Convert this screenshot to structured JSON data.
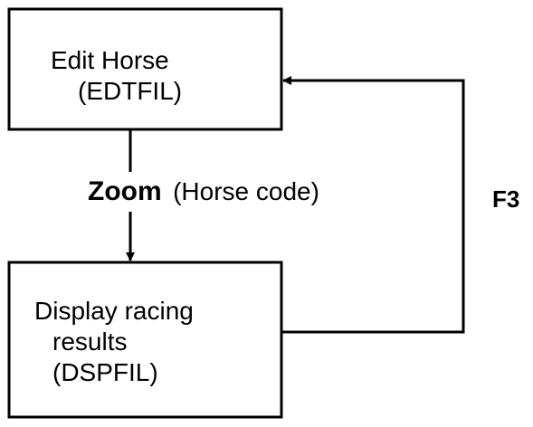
{
  "nodes": {
    "edit_horse": {
      "line1": "Edit Horse",
      "line2": "(EDTFIL)"
    },
    "display_results": {
      "line1": "Display racing",
      "line2": "results",
      "line3": "(DSPFIL)"
    }
  },
  "edges": {
    "zoom": {
      "key": "Zoom",
      "detail": "(Horse code)"
    },
    "return": {
      "key": "F3"
    }
  },
  "colors": {
    "stroke": "#000000",
    "background": "#ffffff"
  }
}
